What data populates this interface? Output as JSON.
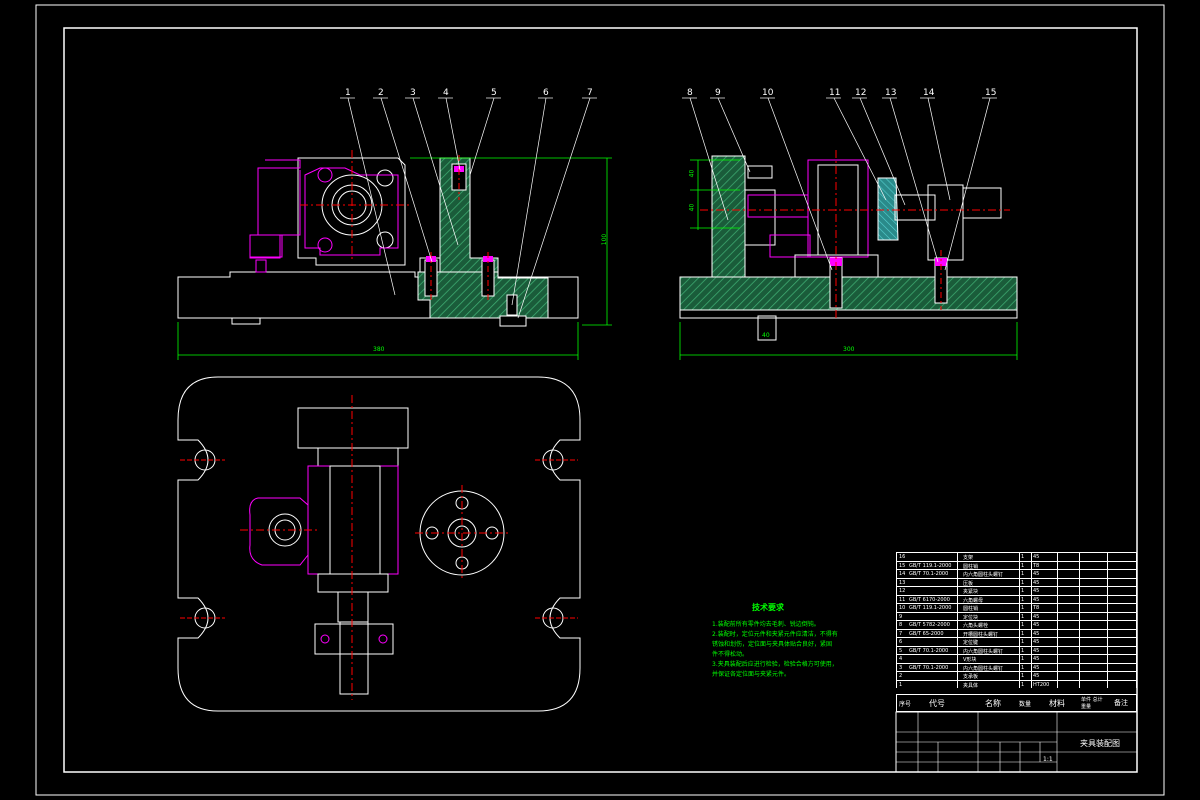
{
  "balloons": [
    "1",
    "2",
    "3",
    "4",
    "5",
    "6",
    "7",
    "8",
    "9",
    "10",
    "11",
    "12",
    "13",
    "14",
    "15"
  ],
  "dimensions": {
    "front_width": "380",
    "front_height": "100",
    "side_width": "300",
    "side_dim_a": "40",
    "side_dim_b": "40",
    "base_dim": "40"
  },
  "tech_requirements": {
    "title": "技术要求",
    "lines": [
      "1.装配前所有零件均去毛刺、锐边倒钝。",
      "2.装配时，定位元件和夹紧元件应清洁，不得有",
      "  锈蚀和划伤，定位面与夹具体贴合良好，紧固",
      "  件不得松动。",
      "3.夹具装配后应进行检验，检验合格方可使用，",
      "  并保证各定位面与夹紧元件。"
    ]
  },
  "bom": {
    "rows": [
      {
        "no": "16",
        "code": "",
        "name": "支架",
        "qty": "1",
        "mat": "45"
      },
      {
        "no": "15",
        "code": "GB/T 119.1-2000",
        "name": "圆柱销",
        "qty": "1",
        "mat": "T8"
      },
      {
        "no": "14",
        "code": "GB/T 70.1-2000",
        "name": "内六角圆柱头螺钉",
        "qty": "1",
        "mat": "45"
      },
      {
        "no": "13",
        "code": "",
        "name": "压板",
        "qty": "1",
        "mat": "45"
      },
      {
        "no": "12",
        "code": "",
        "name": "夹紧块",
        "qty": "1",
        "mat": "45"
      },
      {
        "no": "11",
        "code": "GB/T 6170-2000",
        "name": "六角螺母",
        "qty": "1",
        "mat": "45"
      },
      {
        "no": "10",
        "code": "GB/T 119.1-2000",
        "name": "圆柱销",
        "qty": "1",
        "mat": "T8"
      },
      {
        "no": "9",
        "code": "",
        "name": "定位块",
        "qty": "1",
        "mat": "45"
      },
      {
        "no": "8",
        "code": "GB/T 5782-2000",
        "name": "六角头螺栓",
        "qty": "1",
        "mat": "45"
      },
      {
        "no": "7",
        "code": "GB/T 65-2000",
        "name": "开槽圆柱头螺钉",
        "qty": "1",
        "mat": "45"
      },
      {
        "no": "6",
        "code": "",
        "name": "定位键",
        "qty": "1",
        "mat": "45"
      },
      {
        "no": "5",
        "code": "GB/T 70.1-2000",
        "name": "内六角圆柱头螺钉",
        "qty": "1",
        "mat": "45"
      },
      {
        "no": "4",
        "code": "",
        "name": "V形块",
        "qty": "1",
        "mat": "45"
      },
      {
        "no": "3",
        "code": "GB/T 70.1-2000",
        "name": "内六角圆柱头螺钉",
        "qty": "1",
        "mat": "45"
      },
      {
        "no": "2",
        "code": "",
        "name": "支承板",
        "qty": "1",
        "mat": "45"
      },
      {
        "no": "1",
        "code": "",
        "name": "夹具体",
        "qty": "1",
        "mat": "HT200"
      }
    ],
    "headers": {
      "no": "序号",
      "code": "代号",
      "name": "名称",
      "qty": "数量",
      "mat": "材料",
      "weight": "单件 总计 重量",
      "remark": "备注"
    }
  },
  "title_block": {
    "drawing_name": "夹具装配图",
    "scale": "1:1"
  },
  "colors": {
    "white": "#ffffff",
    "magenta": "#ff00ff",
    "red": "#ff0000",
    "green": "#00ff00",
    "cyan": "#00c8c8",
    "hatch": "#2e8b57"
  }
}
